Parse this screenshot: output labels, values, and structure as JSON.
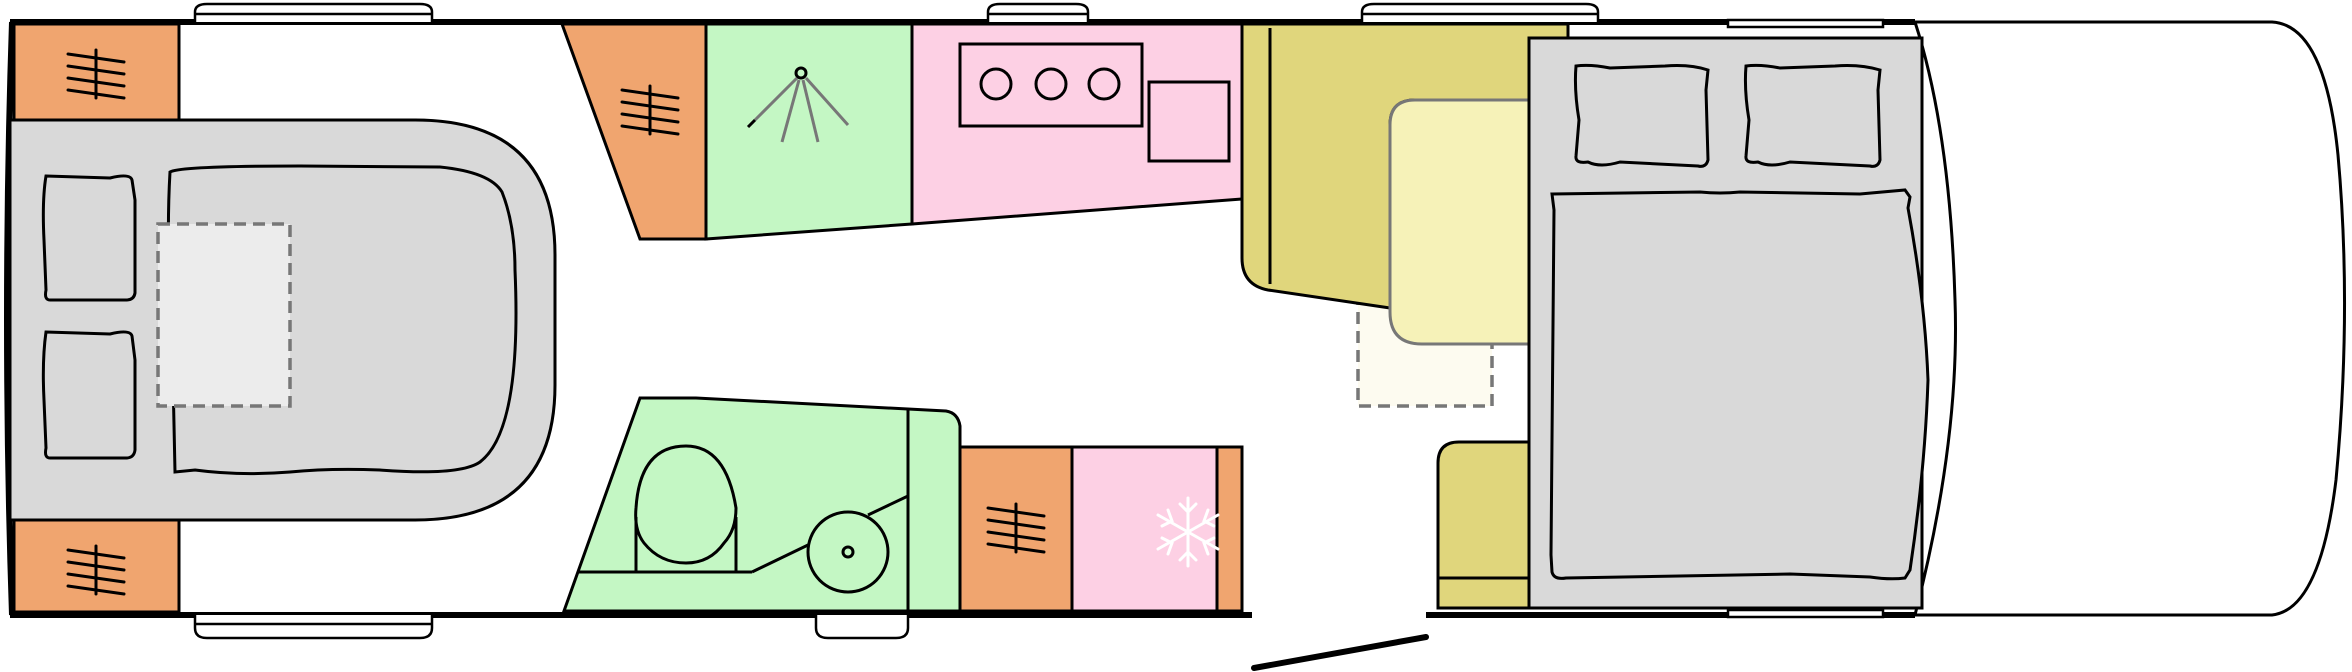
{
  "floorplan": {
    "colors": {
      "outline": "#000000",
      "wardrobe": "#f0a56f",
      "washroom": "#c4f7c4",
      "kitchen": "#fdd0e4",
      "seating": "#e0d67c",
      "seat_cushion": "#f6f2b8",
      "bed": "#d9d9d9",
      "roof_window": "#f0f0f0",
      "floor": "#ffffff",
      "skylight_outline": "#777777"
    },
    "icons": [
      "hanging-rail-icon",
      "shower-head-icon",
      "hob-burner-icon",
      "sink-icon",
      "toilet-icon",
      "washbasin-icon",
      "fridge-snowflake-icon",
      "pillow-icon",
      "entrance-door-icon"
    ],
    "counts": {
      "hob_burners": 3,
      "pillows": 4,
      "wardrobes": 4,
      "roof_skylights": 3
    }
  }
}
